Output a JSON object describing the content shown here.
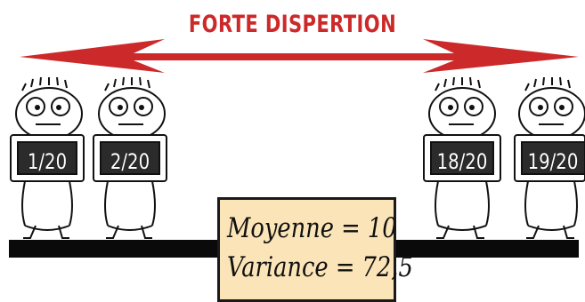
{
  "title": "FORTE DISPERTION",
  "stats": {
    "mean_line": "Moyenne = 10",
    "variance_line": "Variance = 72,5"
  },
  "students": [
    {
      "grade": "1/20"
    },
    {
      "grade": "2/20"
    },
    {
      "grade": "18/20"
    },
    {
      "grade": "19/20"
    }
  ],
  "colors": {
    "arrow": "#cc2a2a",
    "box": "#fbe5b8",
    "slate": "#2b2b2b"
  }
}
